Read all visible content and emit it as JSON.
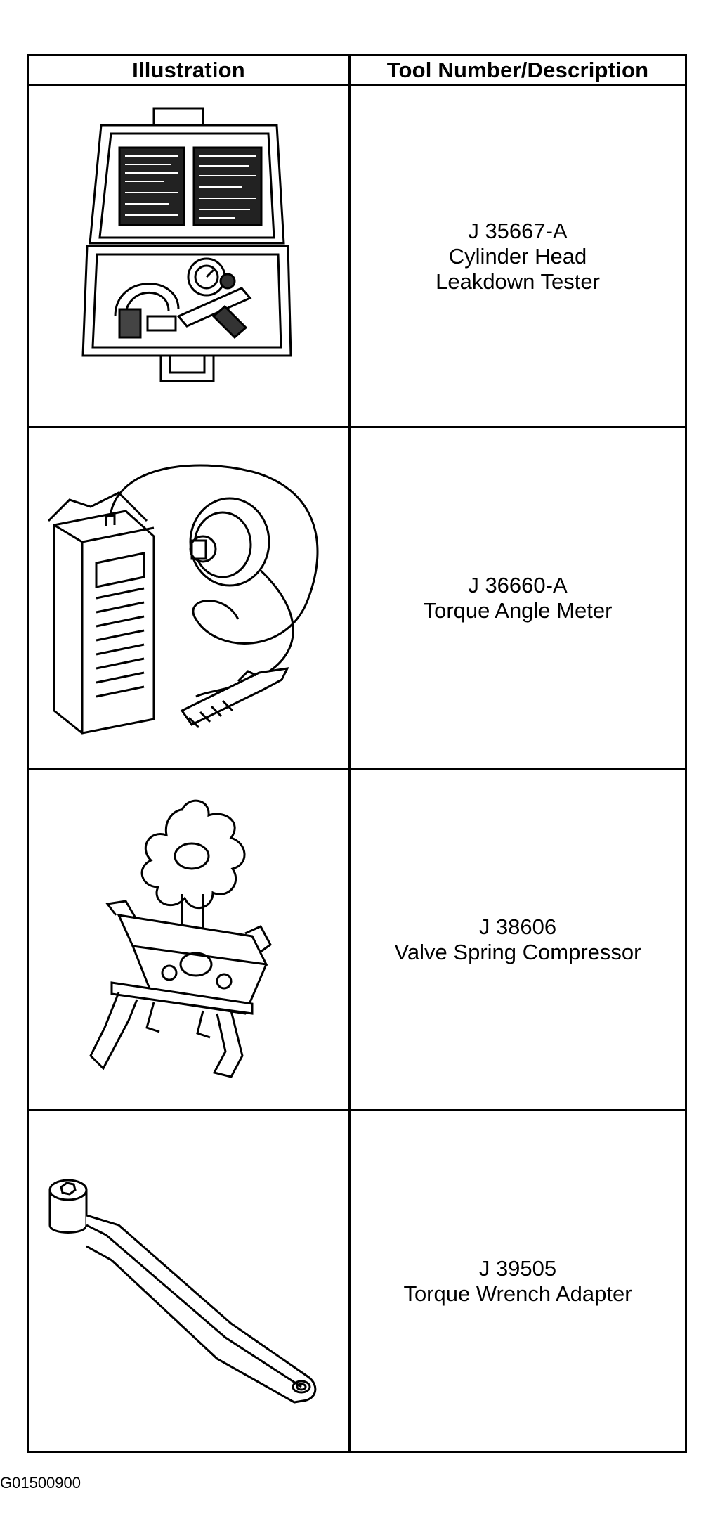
{
  "table": {
    "header_illustration": "Illustration",
    "header_tool": "Tool Number/Description",
    "rows": [
      {
        "number": "J 35667-A",
        "description": "Cylinder Head Leakdown Tester",
        "illustration_icon": "leakdown-tester-case-icon"
      },
      {
        "number": "J 36660-A",
        "description": "Torque Angle Meter",
        "illustration_icon": "torque-angle-meter-icon"
      },
      {
        "number": "J 38606",
        "description": "Valve Spring Compressor",
        "illustration_icon": "valve-spring-compressor-icon"
      },
      {
        "number": "J 39505",
        "description": "Torque Wrench Adapter",
        "illustration_icon": "torque-wrench-adapter-icon"
      }
    ]
  },
  "figure_code": "G01500900"
}
